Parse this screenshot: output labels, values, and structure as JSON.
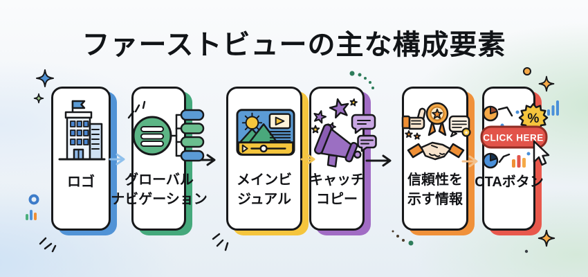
{
  "title": "ファーストビューの主な構成要素",
  "cards": [
    {
      "icon": "building-icon",
      "label_lines": [
        "ロゴ"
      ],
      "accent": "#5193d6"
    },
    {
      "icon": "navigation-tree-icon",
      "label_lines": [
        "グローバル",
        "ナビゲーション"
      ],
      "accent": "#45a97c"
    },
    {
      "icon": "video-player-icon",
      "label_lines": [
        "メインビ",
        "ジュアル"
      ],
      "accent": "#f5c53d"
    },
    {
      "icon": "megaphone-icon",
      "label_lines": [
        "キャッチ",
        "コピー"
      ],
      "accent": "#a16cc4"
    },
    {
      "icon": "trust-handshake-icon",
      "label_lines": [
        "信頼性を",
        "示す情報"
      ],
      "accent": "#f0913a"
    },
    {
      "icon": "cta-click-icon",
      "label_lines": [
        "CTAボタン"
      ],
      "accent": "#e8584c"
    }
  ],
  "arrows": [
    {
      "color": "#8fc0ec"
    },
    {
      "color": "#17181a"
    },
    {
      "color": "#f2c453"
    },
    {
      "color": "#17181a"
    },
    {
      "color": "#f3c08a"
    }
  ],
  "cta": {
    "button_label": "CLICK HERE",
    "badge_label": "%",
    "button_color": "#e2544a",
    "badge_color": "#f5c53d"
  }
}
